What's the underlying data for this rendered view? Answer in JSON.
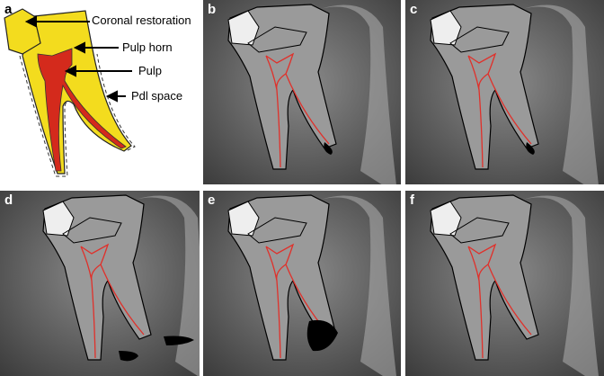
{
  "panels": [
    {
      "label": "a",
      "labels": {
        "coronal": "Coronal restoration",
        "horn": "Pulp horn",
        "pulp": "Pulp",
        "pdl": "Pdl space"
      }
    },
    {
      "label": "b",
      "lesion": "small"
    },
    {
      "label": "c",
      "lesion": "small"
    },
    {
      "label": "d",
      "lesion": "both-roots"
    },
    {
      "label": "e",
      "lesion": "large"
    },
    {
      "label": "f",
      "lesion": "none"
    }
  ],
  "colors": {
    "tooth": "#f5e020",
    "pulp": "#d42a1c",
    "outline": "#000000",
    "pulp_trace": "#e0302a"
  }
}
